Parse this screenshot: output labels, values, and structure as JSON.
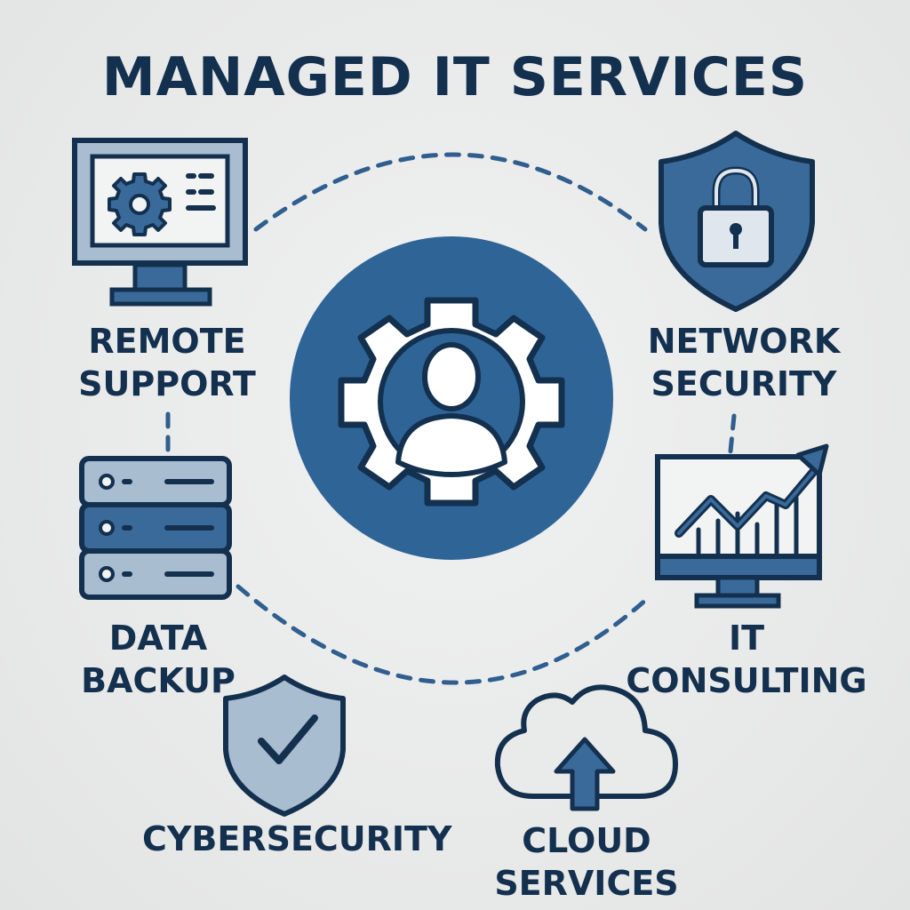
{
  "title": "MANAGED IT SERVICES",
  "colors": {
    "navy": "#14304f",
    "mid_blue": "#3a6a99",
    "light_blue": "#a9bdd1",
    "background": "#e9eaea"
  },
  "center": {
    "icon": "gear-person-icon"
  },
  "services": [
    {
      "id": "remote-support",
      "line1": "REMOTE",
      "line2": "SUPPORT",
      "icon": "monitor-gear-icon"
    },
    {
      "id": "network-security",
      "line1": "NETWORK",
      "line2": "SECURITY",
      "icon": "shield-lock-icon"
    },
    {
      "id": "data-backup",
      "line1": "DATA",
      "line2": "BACKUP",
      "icon": "server-stack-icon"
    },
    {
      "id": "it-consulting",
      "line1": "IT",
      "line2": "CONSULTING",
      "icon": "monitor-chart-icon"
    },
    {
      "id": "cybersecurity",
      "line1": "CYBERSECURITY",
      "line2": "",
      "icon": "shield-check-icon"
    },
    {
      "id": "cloud-services",
      "line1": "CLOUD",
      "line2": "SERVICES",
      "icon": "cloud-upload-icon"
    }
  ]
}
